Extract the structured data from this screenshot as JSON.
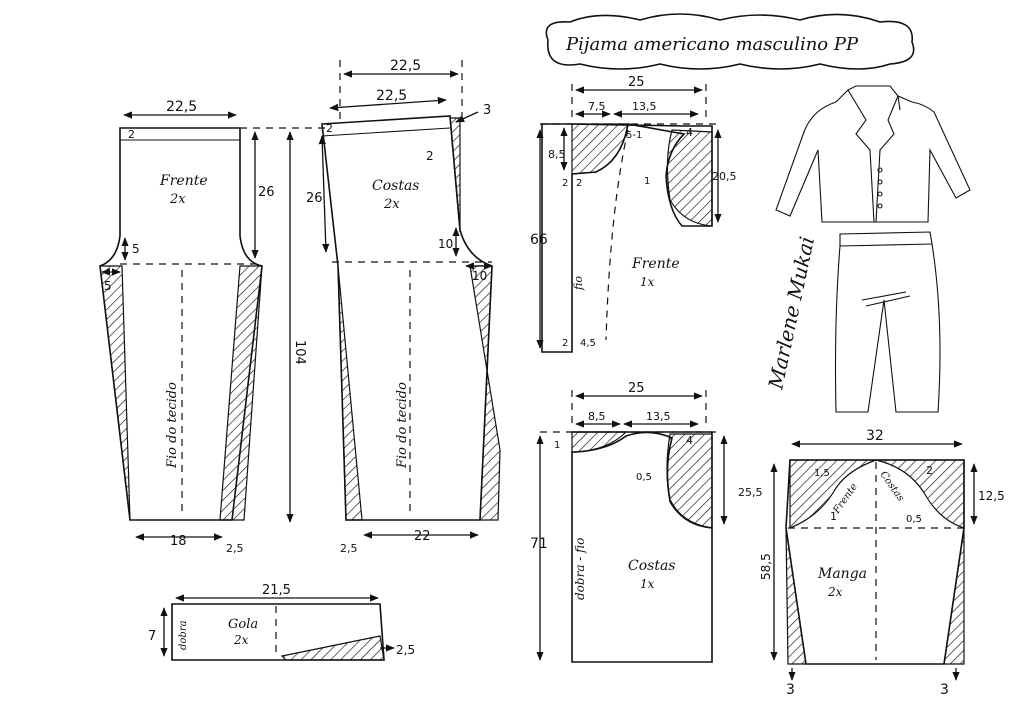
{
  "title": "Pijama americano masculino PP",
  "signature": "Marlene Mukai",
  "pants": {
    "front": {
      "label": "Frente",
      "count": "2x",
      "width_top": "22,5",
      "top_offset": "2",
      "depth": "26",
      "crotch_v": "5",
      "crotch_h": "5",
      "grain": "Fio do tecido",
      "hem_width": "18",
      "hem_extra": "2,5"
    },
    "back": {
      "label": "Costas",
      "count": "2x",
      "width_outer": "22,5",
      "width_top": "22,5",
      "rise": "3",
      "top_offset": "2",
      "waist_mark": "2",
      "depth": "26",
      "crotch_v": "10",
      "crotch_h": "10",
      "grain": "Fio do tecido",
      "hem_width": "22",
      "hem_extra": "2,5"
    },
    "length": "104"
  },
  "collar": {
    "label": "Gola",
    "count": "2x",
    "width": "21,5",
    "height": "7",
    "fold": "dobra",
    "flare": "2,5"
  },
  "shirt_front": {
    "label": "Frente",
    "count": "1x",
    "width": "25",
    "neck_w": "7,5",
    "shoulder": "13,5",
    "shoulder_drop": "4",
    "neck_mark": "5-1",
    "neck_depth": "8,5",
    "armhole": "20,5",
    "armhole_mark": "1",
    "length": "66",
    "grain": "fio",
    "offset_a": "2",
    "offset_b": "2",
    "offset_c": "2",
    "hem_ext": "4,5"
  },
  "shirt_back": {
    "label": "Costas",
    "count": "1x",
    "width": "25",
    "neck_w": "8,5",
    "shoulder": "13,5",
    "shoulder_drop": "4",
    "neck_depth": "1",
    "armhole": "25,5",
    "armhole_mark": "0,5",
    "length": "71",
    "fold": "dobra - fio"
  },
  "sleeve": {
    "label": "Manga",
    "count": "2x",
    "width": "32",
    "cap_height": "12,5",
    "length": "58,5",
    "front_label": "Frente",
    "back_label": "Costas",
    "front_mark": "1,5",
    "back_mark": "2",
    "mark_left": "1",
    "mark_right": "0,5",
    "hem_left": "3",
    "hem_right": "3"
  },
  "colors": {
    "ink": "#111111",
    "paper": "#ffffff"
  }
}
